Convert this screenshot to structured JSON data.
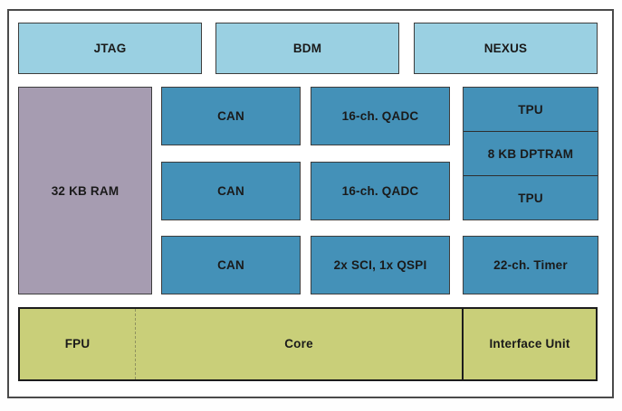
{
  "diagram": {
    "kind": "microcontroller-block-diagram",
    "debug_ports": [
      "JTAG",
      "BDM",
      "NEXUS"
    ],
    "ram": "32 KB RAM",
    "can": [
      "CAN",
      "CAN",
      "CAN"
    ],
    "qadc": [
      "16-ch. QADC",
      "16-ch. QADC"
    ],
    "sci_qspi": "2x SCI, 1x QSPI",
    "timer": "22-ch. Timer",
    "tpu_stack": [
      "TPU",
      "8 KB DPTRAM",
      "TPU"
    ],
    "core_bar": {
      "fpu": "FPU",
      "core": "Core",
      "interface_unit": "Interface Unit"
    },
    "colors": {
      "debug_port_fill": "#9ad0e2",
      "peripheral_fill": "#4491b8",
      "ram_fill": "#a69cb1",
      "core_fill": "#c9cf79",
      "block_border": "#3d3d3d",
      "frame_border": "#4a4a4a",
      "text": "#1a1a1a"
    }
  }
}
